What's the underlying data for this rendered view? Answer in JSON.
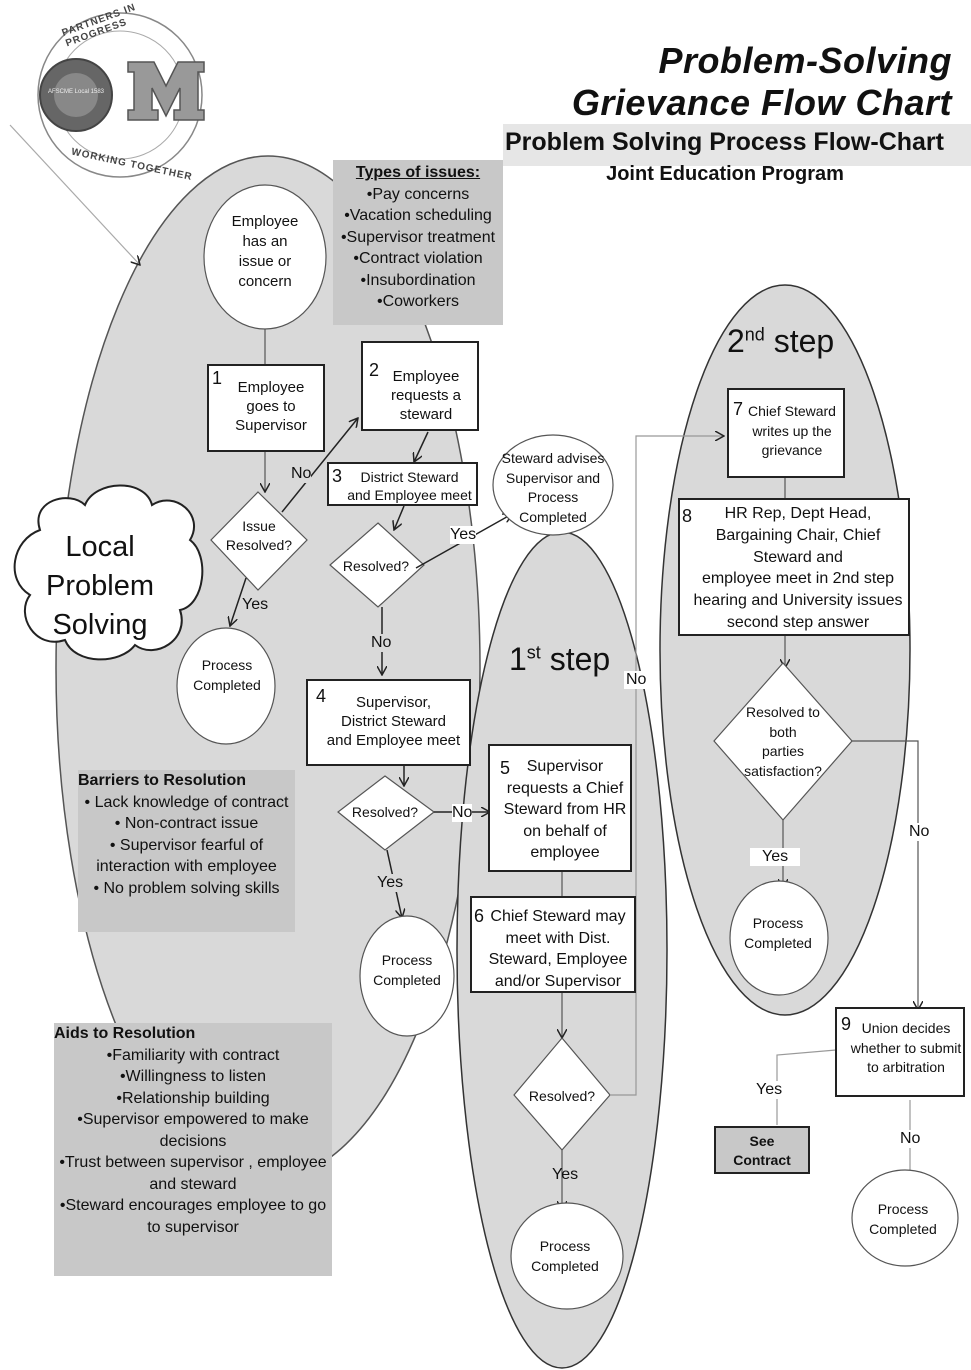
{
  "header": {
    "title_line1": "Problem-Solving",
    "title_line2": "Grievance Flow Chart",
    "subtitle": "Problem Solving Process Flow-Chart",
    "program": "Joint Education Program"
  },
  "logo": {
    "top_text": "PARTNERS IN PROGRESS",
    "bottom_text": "WORKING TOGETHER",
    "seal_text": "AFSCME Local 1583",
    "letter": "M"
  },
  "cloud_label": [
    "Local",
    "Problem",
    "Solving"
  ],
  "types_of_issues": {
    "heading": "Types of  issues:",
    "items": [
      "•Pay concerns",
      "•Vacation scheduling",
      "•Supervisor treatment",
      "•Contract violation",
      "•Insubordination",
      "•Coworkers"
    ]
  },
  "start_circle": [
    "Employee",
    "has an",
    "issue or",
    "concern"
  ],
  "boxes": {
    "b1": {
      "num": "1",
      "lines": [
        "Employee",
        "goes to",
        "Supervisor"
      ]
    },
    "b2": {
      "num": "2",
      "lines": [
        "Employee",
        "requests a",
        "steward"
      ]
    },
    "b3": {
      "num": "3",
      "lines": [
        "District Steward",
        "and Employee meet"
      ]
    },
    "b4": {
      "num": "4",
      "lines": [
        "Supervisor,",
        "District Steward",
        "and Employee meet"
      ]
    },
    "b5": {
      "num": "5",
      "lines": [
        "Supervisor",
        "requests a Chief",
        "Steward from HR",
        "on behalf of",
        "employee"
      ]
    },
    "b6": {
      "num": "6",
      "lines": [
        "Chief Steward may",
        "meet with Dist.",
        "Steward, Employee",
        "and/or Supervisor"
      ]
    },
    "b7": {
      "num": "7",
      "lines": [
        "Chief Steward",
        "writes up the",
        "grievance"
      ]
    },
    "b8": {
      "num": "8",
      "lines": [
        "HR Rep,  Dept Head,",
        "Bargaining Chair, Chief",
        "Steward and",
        "employee meet in 2nd step",
        "hearing and University issues",
        "second step answer"
      ]
    },
    "b9": {
      "num": "9",
      "lines": [
        "Union decides",
        "whether to submit",
        "to arbitration"
      ]
    }
  },
  "diamonds": {
    "d1": [
      "Issue",
      "Resolved?"
    ],
    "d2": [
      "Resolved?"
    ],
    "d3": [
      "Resolved?"
    ],
    "d4": [
      "Resolved?"
    ],
    "d5": [
      "Resolved to",
      "both",
      "parties",
      "satisfaction?"
    ]
  },
  "steward_advises": [
    "Steward advises",
    "Supervisor and",
    "Process",
    "Completed"
  ],
  "process_completed": [
    "Process",
    "Completed"
  ],
  "see_contract": [
    "See",
    "Contract"
  ],
  "labels": {
    "yes": "Yes",
    "no": "No"
  },
  "steps": {
    "first": {
      "num": "1",
      "sup": "st",
      "word": "step"
    },
    "second": {
      "num": "2",
      "sup": "nd",
      "word": "step"
    }
  },
  "barriers": {
    "heading": "Barriers to Resolution",
    "items": [
      "•  Lack knowledge of contract",
      "•  Non-contract issue",
      "•  Supervisor fearful of",
      "interaction with employee",
      "•  No problem solving skills"
    ]
  },
  "aids": {
    "heading": "Aids to Resolution",
    "items": [
      "•Familiarity with contract",
      "•Willingness to listen",
      "•Relationship building",
      "•Supervisor empowered to make",
      "decisions",
      "•Trust between supervisor , employee",
      "and steward",
      "•Steward encourages employee to go",
      "to supervisor"
    ]
  },
  "colors": {
    "oval_gray": "#d9d9d9",
    "box_gray": "#c8c8c8",
    "line": "#222222"
  }
}
